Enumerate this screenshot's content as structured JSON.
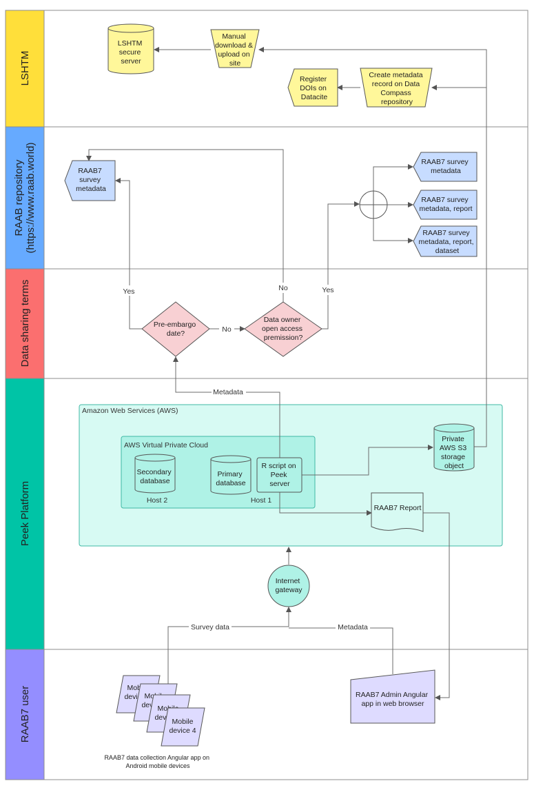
{
  "lanes": [
    {
      "label": "LSHTM",
      "color": "#ffdf3a"
    },
    {
      "label": "RAAB repository",
      "sublabel": "(https://www.raab.world)",
      "color": "#66aaff"
    },
    {
      "label": "Data sharing terms",
      "color": "#fb6f6f"
    },
    {
      "label": "Peek Platform",
      "color": "#00c4a6"
    },
    {
      "label": "RAAB7 user",
      "color": "#948eff"
    }
  ],
  "nodes": {
    "lshtm_server": [
      "LSHTM",
      "secure",
      "server"
    ],
    "manual_download": [
      "Manual",
      "download &",
      "upload on",
      "site"
    ],
    "register_dois": [
      "Register",
      "DOIs on",
      "Datacite"
    ],
    "create_metadata": [
      "Create metadata",
      "record on Data",
      "Compass",
      "repository"
    ],
    "raab_survey_left": [
      "RAAB7",
      "survey",
      "metadata"
    ],
    "out_metadata": [
      "RAAB7 survey",
      "metadata"
    ],
    "out_report": [
      "RAAB7 survey",
      "metadata, report"
    ],
    "out_dataset": [
      "RAAB7 survey",
      "metadata, report,",
      "dataset"
    ],
    "pre_embargo": [
      "Pre-embargo",
      "date?"
    ],
    "owner_permission": [
      "Data owner",
      "open access",
      "premission?"
    ],
    "aws": "Amazon Web Services (AWS)",
    "vpc": "AWS Virtual Private Cloud",
    "secondary_db": [
      "Secondary",
      "database"
    ],
    "primary_db": [
      "Primary",
      "database"
    ],
    "r_script": [
      "R script on",
      "Peek",
      "server"
    ],
    "host2": "Host 2",
    "host1": "Host 1",
    "s3": [
      "Private",
      "AWS S3",
      "storage",
      "object"
    ],
    "report": "RAAB7 Report",
    "gateway": [
      "Internet",
      "gateway"
    ],
    "admin_app": [
      "RAAB7 Admin Angular",
      "app in web browser"
    ],
    "mobile_1": [
      "Mobile",
      "device 1"
    ],
    "mobile_2": [
      "Mobile",
      "device 2"
    ],
    "mobile_3": [
      "Mobile",
      "device 3"
    ],
    "mobile_4": [
      "Mobile",
      "device 4"
    ],
    "mobile_caption": [
      "RAAB7 data collection Angular app on",
      "Android mobile devices"
    ]
  },
  "edge_labels": {
    "yes_left": "Yes",
    "no_mid": "No",
    "no_top": "No",
    "yes_right": "Yes",
    "metadata_up": "Metadata",
    "survey_data": "Survey data",
    "metadata_admin": "Metadata"
  },
  "colors": {
    "yellow_node": "#fff79a",
    "blue_node": "#c7dcff",
    "pink_node": "#f8d0d3",
    "aws_fill": "#d7faf3",
    "vpc_fill": "#aff2e6",
    "purple_node": "#dedbff"
  }
}
